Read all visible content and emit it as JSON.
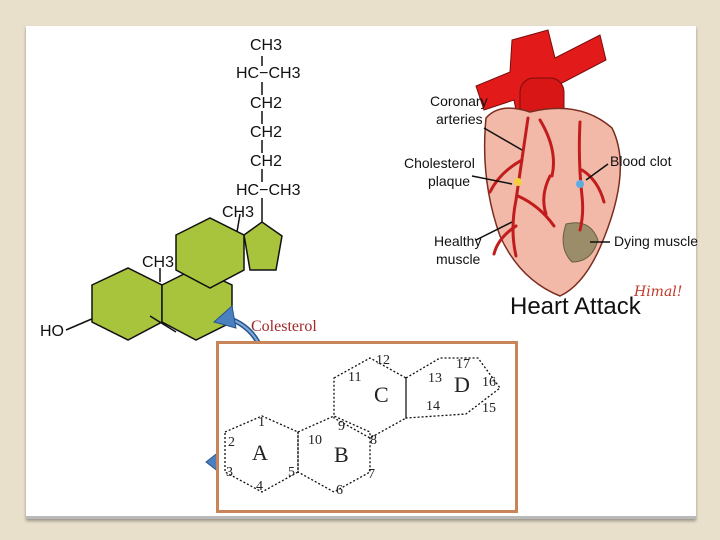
{
  "structure": {
    "groups": [
      "CH3",
      "HC−CH3",
      "CH2",
      "CH2",
      "CH2",
      "HC−CH3",
      "CH3",
      "CH3",
      "HO"
    ]
  },
  "label": "Colesterol",
  "diagram": {
    "rings": [
      "A",
      "B",
      "C",
      "D"
    ],
    "numbers": [
      "1",
      "2",
      "3",
      "4",
      "5",
      "6",
      "7",
      "8",
      "9",
      "10",
      "11",
      "12",
      "13",
      "14",
      "15",
      "16",
      "17"
    ]
  },
  "heart": {
    "labels": {
      "coronary": [
        "Coronary",
        "arteries"
      ],
      "plaque": [
        "Cholesterol",
        "plaque"
      ],
      "clot": "Blood clot",
      "healthy": [
        "Healthy",
        "muscle"
      ],
      "dying": "Dying muscle"
    },
    "title": "Heart Attack",
    "signature": "Himal!"
  },
  "colors": {
    "ring_fill": "#a7c43c",
    "heart_fill": "#f2b8a8",
    "artery": "#c21d1d",
    "aorta": "#e21a1a",
    "frame": "#c9855a",
    "label_text": "#a0282a"
  }
}
